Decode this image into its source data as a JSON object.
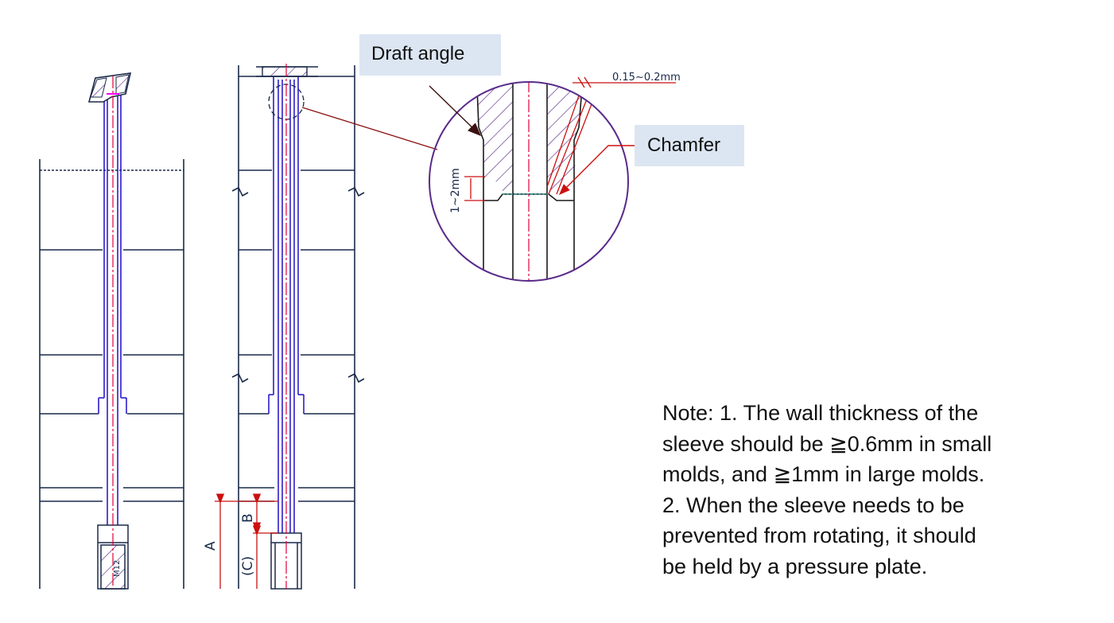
{
  "callouts": {
    "draft_angle": "Draft angle",
    "chamfer": "Chamfer"
  },
  "dimensions": {
    "tolerance": "0.15~0.2mm",
    "length": "1~2mm",
    "a": "A",
    "b": "B",
    "c": "(C)",
    "thread": "M12"
  },
  "note": {
    "lines": [
      "Note:  1. The wall thickness of the",
      "sleeve should be ≧0.6mm in small",
      "molds, and ≧1mm in large molds.",
      "2. When the sleeve needs to be",
      "prevented from rotating, it should",
      "be held by a pressure plate."
    ]
  },
  "colors": {
    "outline": "#1a2a4a",
    "sleeve_outline": "#2d1cc8",
    "centerline": "#e0003a",
    "dimension": "#cc1010",
    "detail_circle": "#5a2a8a",
    "callout_bg": "#dce6f2"
  }
}
